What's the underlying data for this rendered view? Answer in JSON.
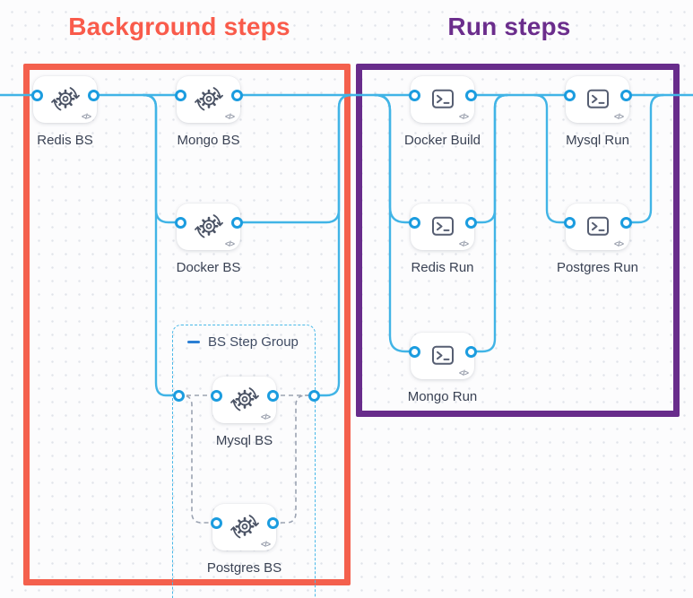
{
  "titles": {
    "background_group": "Background steps",
    "run_group": "Run steps"
  },
  "group": {
    "label": "BS Step Group"
  },
  "code_badge": "</>",
  "colors": {
    "background_accent": "#f4604d",
    "background_title": "#f95b4b",
    "run_accent": "#682c8b",
    "run_title": "#6b2d8c",
    "connector": "#41b4e6",
    "port_border": "#1b9cdf",
    "dashed_connector": "#9ba3b2",
    "group_border": "#49b8e8",
    "node_label": "#3a4254"
  },
  "nodes": [
    {
      "id": "redis-bs",
      "label": "Redis BS",
      "icon": "background-service-icon",
      "section": "background"
    },
    {
      "id": "mongo-bs",
      "label": "Mongo BS",
      "icon": "background-service-icon",
      "section": "background"
    },
    {
      "id": "docker-bs",
      "label": "Docker BS",
      "icon": "background-service-icon",
      "section": "background"
    },
    {
      "id": "mysql-bs",
      "label": "Mysql BS",
      "icon": "background-service-icon",
      "section": "background-group"
    },
    {
      "id": "postgres-bs",
      "label": "Postgres BS",
      "icon": "background-service-icon",
      "section": "background-group"
    },
    {
      "id": "docker-build",
      "label": "Docker Build",
      "icon": "terminal-icon",
      "section": "run"
    },
    {
      "id": "mysql-run",
      "label": "Mysql Run",
      "icon": "terminal-icon",
      "section": "run"
    },
    {
      "id": "redis-run",
      "label": "Redis Run",
      "icon": "terminal-icon",
      "section": "run"
    },
    {
      "id": "postgres-run",
      "label": "Postgres Run",
      "icon": "terminal-icon",
      "section": "run"
    },
    {
      "id": "mongo-run",
      "label": "Mongo Run",
      "icon": "terminal-icon",
      "section": "run"
    }
  ],
  "edges": [
    {
      "from": "start",
      "to": "redis-bs"
    },
    {
      "from": "redis-bs",
      "to": "mongo-bs"
    },
    {
      "from": "redis-bs",
      "to": "docker-bs"
    },
    {
      "from": "redis-bs",
      "to": "bs-step-group"
    },
    {
      "from": "bs-step-group",
      "to": "mysql-bs"
    },
    {
      "from": "bs-step-group",
      "to": "postgres-bs"
    },
    {
      "from": "mysql-bs",
      "to": "bs-step-group-out"
    },
    {
      "from": "postgres-bs",
      "to": "bs-step-group-out"
    },
    {
      "from": "mongo-bs",
      "to": "docker-build"
    },
    {
      "from": "docker-bs",
      "to": "docker-build"
    },
    {
      "from": "bs-step-group",
      "to": "docker-build"
    },
    {
      "from": "docker-build",
      "to": "redis-run"
    },
    {
      "from": "docker-build",
      "to": "mongo-run"
    },
    {
      "from": "docker-build",
      "to": "mysql-run"
    },
    {
      "from": "redis-run",
      "to": "mysql-run"
    },
    {
      "from": "mongo-run",
      "to": "mysql-run"
    },
    {
      "from": "docker-build",
      "to": "postgres-run"
    },
    {
      "from": "mysql-run",
      "to": "end"
    },
    {
      "from": "postgres-run",
      "to": "end"
    }
  ]
}
